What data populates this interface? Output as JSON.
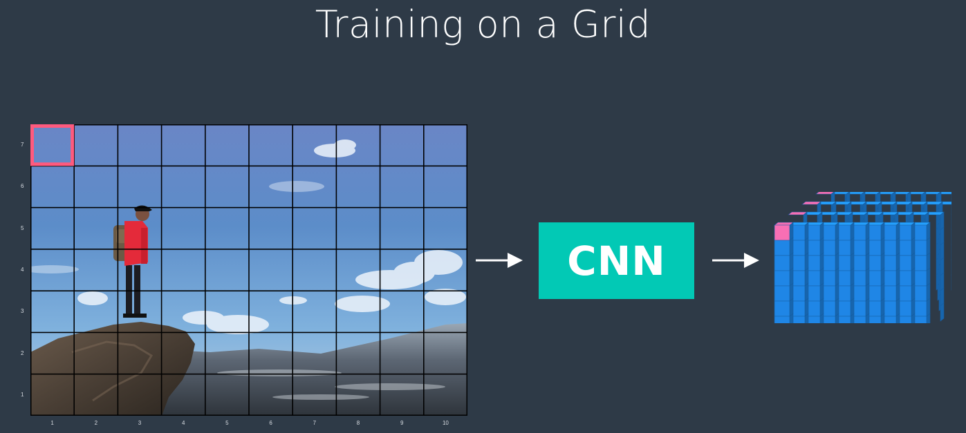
{
  "title": "Training on a Grid",
  "grid": {
    "cols": 10,
    "rows": 7,
    "x_labels": [
      "1",
      "2",
      "3",
      "4",
      "5",
      "6",
      "7",
      "8",
      "9",
      "10"
    ],
    "y_labels": [
      "7",
      "6",
      "5",
      "4",
      "3",
      "2",
      "1"
    ],
    "highlighted_cell": {
      "col": 1,
      "row": 7
    },
    "highlight_color": "#ff5a7e"
  },
  "model": {
    "label": "CNN",
    "color": "#02c9b5"
  },
  "output_volume": {
    "cube_color": "#1f86e6",
    "highlight_color": "#f86fb4"
  },
  "colors": {
    "background": "#2e3a47",
    "arrow": "#ffffff"
  }
}
